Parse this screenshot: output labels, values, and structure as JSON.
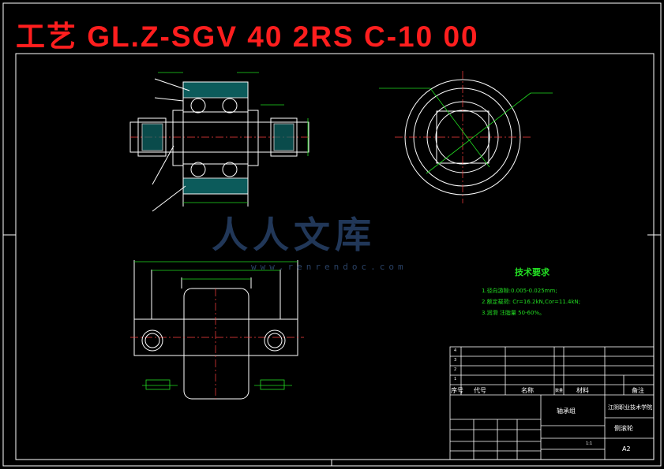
{
  "title": "工艺 GL.Z-SGV 40 2RS C-10 00",
  "watermark": {
    "text": "人人文库",
    "url": "www.renrendoc.com"
  },
  "tech_requirements": {
    "title": "技术要求",
    "lines": [
      "1.径向游隙:0.005-0.025mm;",
      "2.额定载荷: Cr=16.2kN,Cor=11.4kN;",
      "3.润滑 注脂量 50-60%。"
    ]
  },
  "title_block": {
    "parts_header": {
      "seq": "序号",
      "code": "代号",
      "name": "名称",
      "qty": "数量",
      "material": "材料",
      "remark": "备注"
    },
    "row_numbers": [
      "4",
      "3",
      "2",
      "1"
    ],
    "drawing_name": "轴承组",
    "school": "江阴职业技术学院",
    "part_name": "侧滚轮",
    "sheet_size": "A2",
    "scale": "1:1"
  },
  "colors": {
    "title": "#ff1e1e",
    "geometry": "#ffffff",
    "dimension": "#22dd22",
    "hatch": "#20c0c0",
    "watermark": "#3c64a0"
  }
}
